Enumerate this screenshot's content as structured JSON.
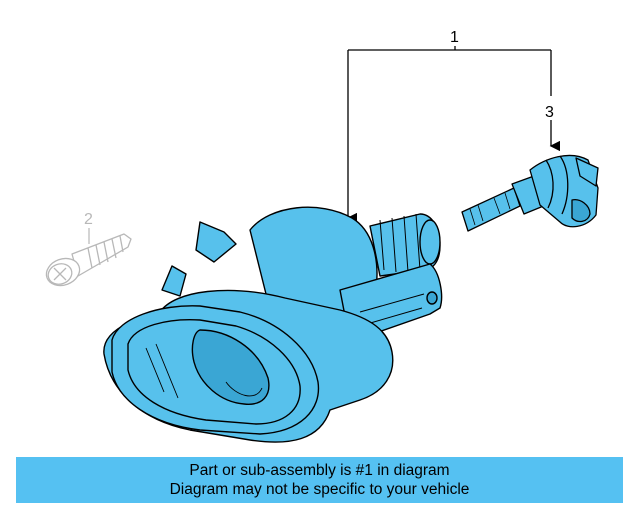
{
  "colors": {
    "part_fill": "#57c1ec",
    "part_shadow": "#3aa6d4",
    "outline": "#000000",
    "faded_outline": "#b8b8b8",
    "banner_bg": "#55c1f2"
  },
  "callouts": {
    "assembly": "1",
    "screw": "2",
    "bulb": "3"
  },
  "parts": {
    "fog_lamp_icon": "fog-lamp-assembly",
    "bulb_icon": "bulb",
    "screw_icon": "screw"
  },
  "banner": {
    "line1": "Part or sub-assembly is #1 in diagram",
    "line2": "Diagram may not be specific to your vehicle"
  }
}
